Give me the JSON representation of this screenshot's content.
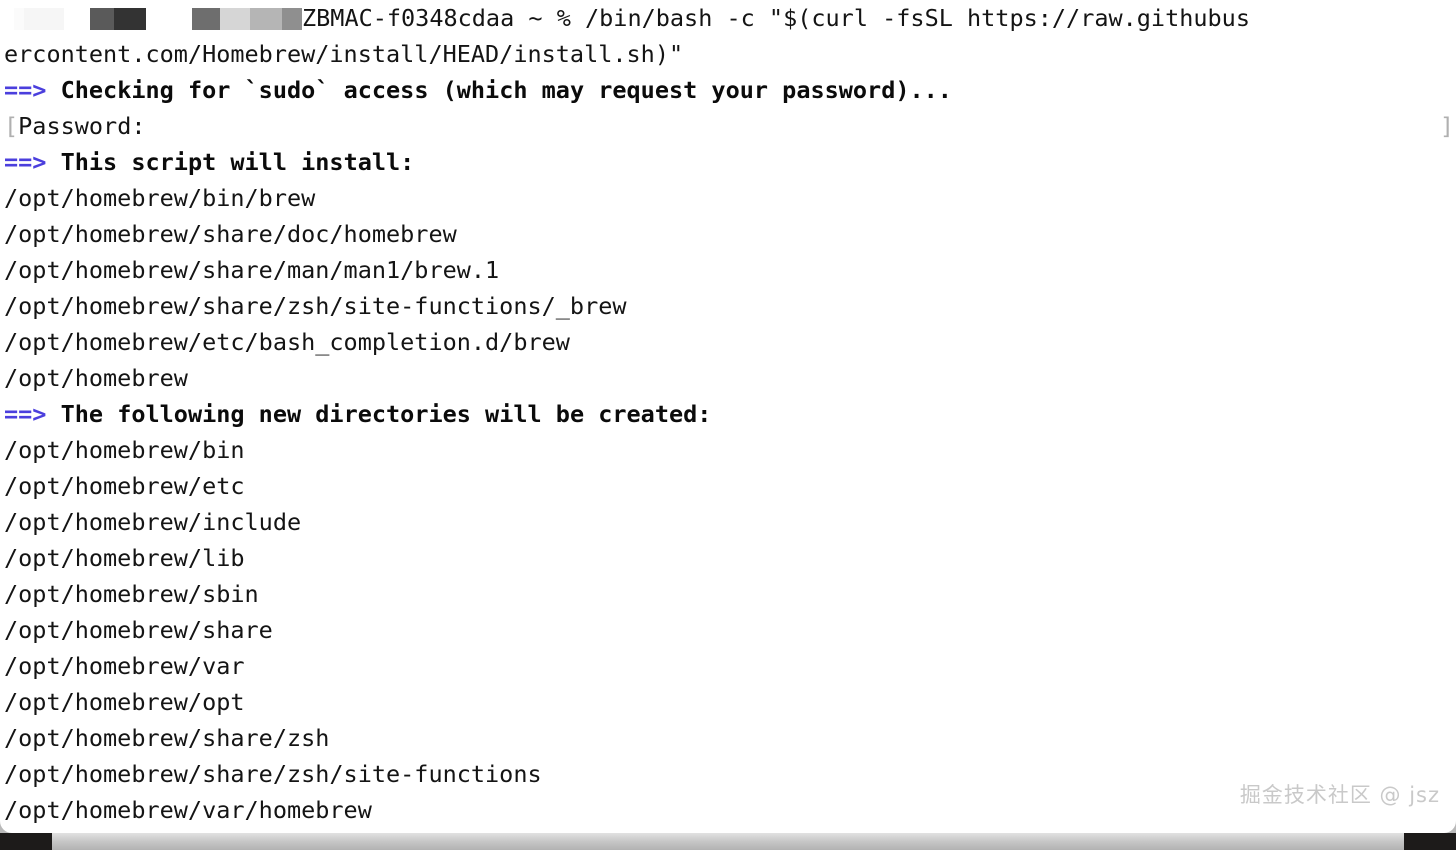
{
  "window": {
    "app": "Terminal",
    "background_color": "#ffffff",
    "text_color": "#141414",
    "accent_color": "#4b3fdd"
  },
  "prompt": {
    "redacted_label": "redacted-user-host",
    "host": "ZBMAC-f0348cdaa",
    "cwd": "~",
    "symbol": "%",
    "command_part1": " /bin/bash -c \"$(curl -fsSL https://raw.githubus",
    "command_wrap": "ercontent.com/Homebrew/install/HEAD/install.sh)\"",
    "clip_bracket_right": "]"
  },
  "messages": {
    "checking_arrow": "==>",
    "checking_text": "Checking for `sudo` access (which may request your password)...",
    "password_bracket_left": "[",
    "password_prompt": "Password:",
    "password_bracket_right": "]",
    "install_arrow": "==>",
    "install_text": "This script will install:",
    "dirs_arrow": "==>",
    "dirs_text": "The following new directories will be created:"
  },
  "install_paths": [
    "/opt/homebrew/bin/brew",
    "/opt/homebrew/share/doc/homebrew",
    "/opt/homebrew/share/man/man1/brew.1",
    "/opt/homebrew/share/zsh/site-functions/_brew",
    "/opt/homebrew/etc/bash_completion.d/brew",
    "/opt/homebrew"
  ],
  "new_directories": [
    "/opt/homebrew/bin",
    "/opt/homebrew/etc",
    "/opt/homebrew/include",
    "/opt/homebrew/lib",
    "/opt/homebrew/sbin",
    "/opt/homebrew/share",
    "/opt/homebrew/var",
    "/opt/homebrew/opt",
    "/opt/homebrew/share/zsh",
    "/opt/homebrew/share/zsh/site-functions",
    "/opt/homebrew/var/homebrew"
  ],
  "watermark": {
    "text": "掘金技术社区 @ jsz"
  }
}
